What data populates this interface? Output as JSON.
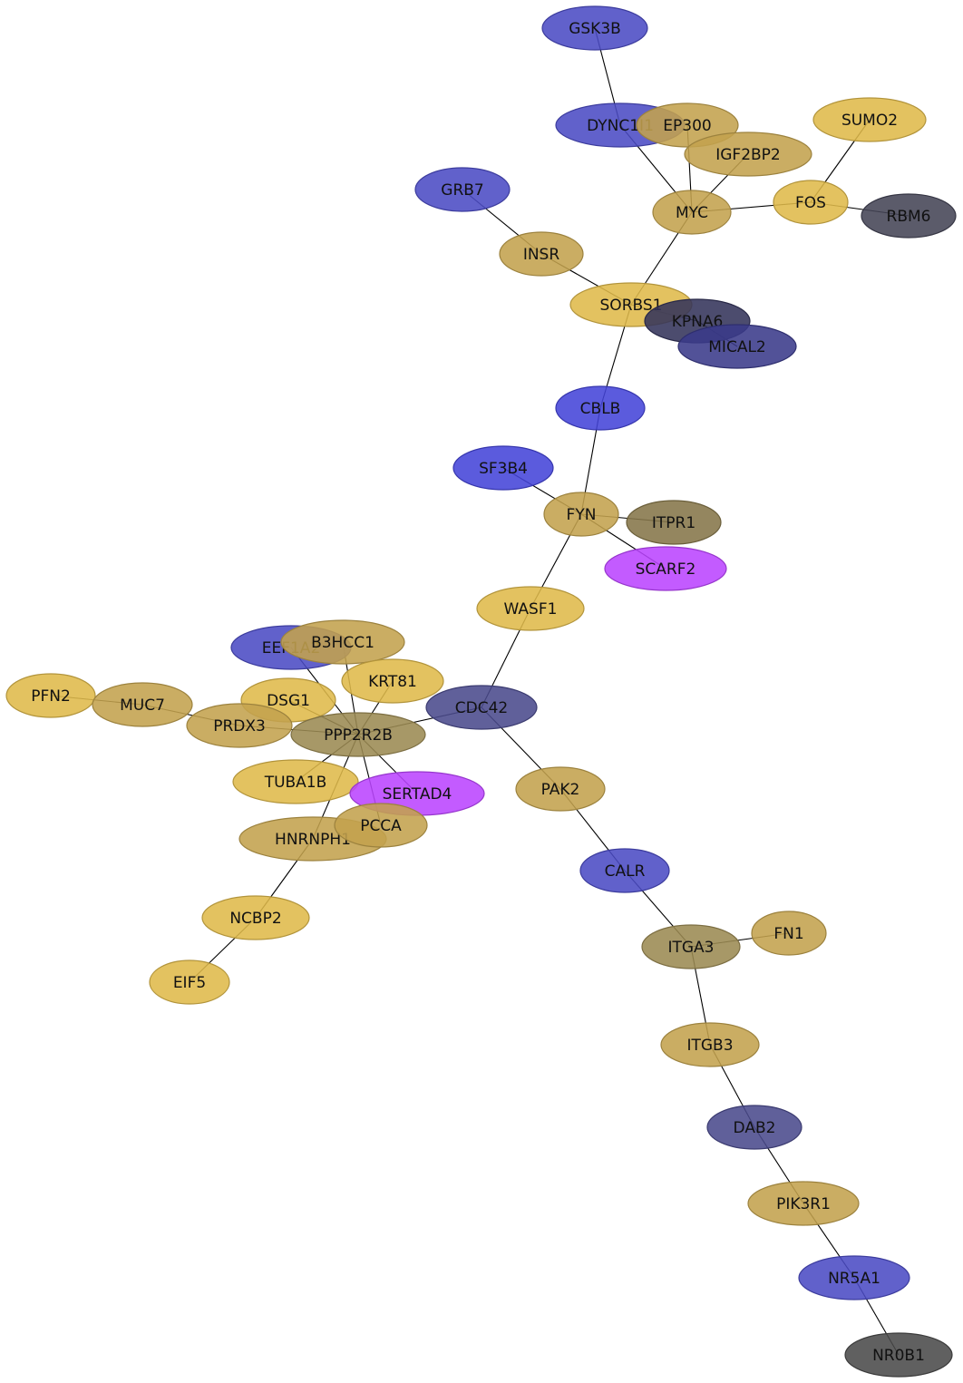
{
  "colors": {
    "gold": "#dfb94a",
    "tan": "#c3a24d",
    "olive": "#9b8a52",
    "darkolive": "#857549",
    "blue": "#4b4bc4",
    "brightblue": "#4444d8",
    "slate": "#4a4a8c",
    "navy": "#3a3a8a",
    "darknavy": "#33335a",
    "gray": "#444455",
    "darkgray": "#4a4a4a",
    "magenta": "#bb44ff"
  },
  "nodes": [
    {
      "id": "GSK3B",
      "label": "GSK3B",
      "color": "blue"
    },
    {
      "id": "DYNC1I1",
      "label": "DYNC1I1",
      "color": "blue"
    },
    {
      "id": "EP300",
      "label": "EP300",
      "color": "tan"
    },
    {
      "id": "IGF2BP2",
      "label": "IGF2BP2",
      "color": "tan"
    },
    {
      "id": "SUMO2",
      "label": "SUMO2",
      "color": "gold"
    },
    {
      "id": "MYC",
      "label": "MYC",
      "color": "tan"
    },
    {
      "id": "FOS",
      "label": "FOS",
      "color": "gold"
    },
    {
      "id": "RBM6",
      "label": "RBM6",
      "color": "gray"
    },
    {
      "id": "GRB7",
      "label": "GRB7",
      "color": "blue"
    },
    {
      "id": "INSR",
      "label": "INSR",
      "color": "tan"
    },
    {
      "id": "SORBS1",
      "label": "SORBS1",
      "color": "gold"
    },
    {
      "id": "KPNA6",
      "label": "KPNA6",
      "color": "darknavy"
    },
    {
      "id": "MICAL2",
      "label": "MICAL2",
      "color": "navy"
    },
    {
      "id": "CBLB",
      "label": "CBLB",
      "color": "brightblue"
    },
    {
      "id": "SF3B4",
      "label": "SF3B4",
      "color": "brightblue"
    },
    {
      "id": "FYN",
      "label": "FYN",
      "color": "tan"
    },
    {
      "id": "ITPR1",
      "label": "ITPR1",
      "color": "darkolive"
    },
    {
      "id": "SCARF2",
      "label": "SCARF2",
      "color": "magenta"
    },
    {
      "id": "WASF1",
      "label": "WASF1",
      "color": "gold"
    },
    {
      "id": "EEF1A2",
      "label": "EEF1A2",
      "color": "blue"
    },
    {
      "id": "B3HCC1",
      "label": "B3HCC1",
      "color": "tan"
    },
    {
      "id": "KRT81",
      "label": "KRT81",
      "color": "gold"
    },
    {
      "id": "PFN2",
      "label": "PFN2",
      "color": "gold"
    },
    {
      "id": "MUC7",
      "label": "MUC7",
      "color": "tan"
    },
    {
      "id": "DSG1",
      "label": "DSG1",
      "color": "gold"
    },
    {
      "id": "PRDX3",
      "label": "PRDX3",
      "color": "tan"
    },
    {
      "id": "CDC42",
      "label": "CDC42",
      "color": "slate"
    },
    {
      "id": "PPP2R2B",
      "label": "PPP2R2B",
      "color": "olive"
    },
    {
      "id": "TUBA1B",
      "label": "TUBA1B",
      "color": "gold"
    },
    {
      "id": "SERTAD4",
      "label": "SERTAD4",
      "color": "magenta"
    },
    {
      "id": "PAK2",
      "label": "PAK2",
      "color": "tan"
    },
    {
      "id": "HNRNPH1",
      "label": "HNRNPH1",
      "color": "tan"
    },
    {
      "id": "PCCA",
      "label": "PCCA",
      "color": "tan"
    },
    {
      "id": "CALR",
      "label": "CALR",
      "color": "blue"
    },
    {
      "id": "NCBP2",
      "label": "NCBP2",
      "color": "gold"
    },
    {
      "id": "FN1",
      "label": "FN1",
      "color": "tan"
    },
    {
      "id": "ITGA3",
      "label": "ITGA3",
      "color": "olive"
    },
    {
      "id": "EIF5",
      "label": "EIF5",
      "color": "gold"
    },
    {
      "id": "ITGB3",
      "label": "ITGB3",
      "color": "tan"
    },
    {
      "id": "DAB2",
      "label": "DAB2",
      "color": "slate"
    },
    {
      "id": "PIK3R1",
      "label": "PIK3R1",
      "color": "tan"
    },
    {
      "id": "NR5A1",
      "label": "NR5A1",
      "color": "blue"
    },
    {
      "id": "NR0B1",
      "label": "NR0B1",
      "color": "darkgray"
    }
  ],
  "edges": [
    [
      "GSK3B",
      "DYNC1I1"
    ],
    [
      "DYNC1I1",
      "MYC"
    ],
    [
      "EP300",
      "MYC"
    ],
    [
      "IGF2BP2",
      "MYC"
    ],
    [
      "MYC",
      "FOS"
    ],
    [
      "SUMO2",
      "FOS"
    ],
    [
      "FOS",
      "RBM6"
    ],
    [
      "MYC",
      "SORBS1"
    ],
    [
      "GRB7",
      "INSR"
    ],
    [
      "INSR",
      "SORBS1"
    ],
    [
      "SORBS1",
      "KPNA6"
    ],
    [
      "KPNA6",
      "MICAL2"
    ],
    [
      "SORBS1",
      "CBLB"
    ],
    [
      "CBLB",
      "FYN"
    ],
    [
      "SF3B4",
      "FYN"
    ],
    [
      "FYN",
      "ITPR1"
    ],
    [
      "FYN",
      "SCARF2"
    ],
    [
      "FYN",
      "WASF1"
    ],
    [
      "WASF1",
      "CDC42"
    ],
    [
      "CDC42",
      "PPP2R2B"
    ],
    [
      "CDC42",
      "PAK2"
    ],
    [
      "EEF1A2",
      "PPP2R2B"
    ],
    [
      "B3HCC1",
      "PPP2R2B"
    ],
    [
      "KRT81",
      "PPP2R2B"
    ],
    [
      "PFN2",
      "MUC7"
    ],
    [
      "MUC7",
      "PRDX3"
    ],
    [
      "PRDX3",
      "PPP2R2B"
    ],
    [
      "DSG1",
      "PPP2R2B"
    ],
    [
      "TUBA1B",
      "PPP2R2B"
    ],
    [
      "SERTAD4",
      "PPP2R2B"
    ],
    [
      "PCCA",
      "PPP2R2B"
    ],
    [
      "HNRNPH1",
      "PPP2R2B"
    ],
    [
      "HNRNPH1",
      "NCBP2"
    ],
    [
      "NCBP2",
      "EIF5"
    ],
    [
      "PAK2",
      "CALR"
    ],
    [
      "CALR",
      "ITGA3"
    ],
    [
      "ITGA3",
      "FN1"
    ],
    [
      "ITGA3",
      "ITGB3"
    ],
    [
      "ITGB3",
      "DAB2"
    ],
    [
      "DAB2",
      "PIK3R1"
    ],
    [
      "PIK3R1",
      "NR5A1"
    ],
    [
      "NR5A1",
      "NR0B1"
    ]
  ]
}
